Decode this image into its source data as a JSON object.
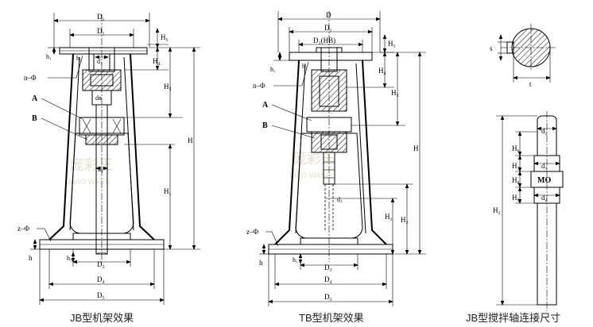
{
  "captions": {
    "jb_frame": "JB型机架效果",
    "tb_frame": "TB型机架效果",
    "shaft": "JB型搅拌轴连接尺寸"
  },
  "watermark": {
    "logo": "庞彩王",
    "text": "BIAO WANG"
  },
  "jb": {
    "d1": "D₁",
    "d2": "D₂",
    "d3": "D₃",
    "d4": "D₄",
    "d5": "D₅",
    "h": "H",
    "h1": "H₁",
    "h3": "H₃",
    "h4": "H₄",
    "h5": "H₅",
    "h_small": "h",
    "h1_small": "h₁",
    "h2_small": "h₂",
    "h3_small": "h₃",
    "n_phi": "n–Φ",
    "z_phi": "z–Φ",
    "a": "A",
    "b": "B",
    "d3_small": "d₃",
    "d4_small": "d₄",
    "db": "dʙ"
  },
  "tb": {
    "d": "D",
    "d1": "D₁",
    "d2hb": "D₂(HB)",
    "d3": "D₃",
    "d4": "D₄",
    "d5": "D₅",
    "h": "H",
    "h1": "H₁",
    "h2": "H₂",
    "h3": "H₃",
    "h4": "H₄",
    "h5": "H₅",
    "h_small": "h",
    "h1_small": "h₁",
    "h2_small": "h₂",
    "h3_small": "h₃",
    "n_phi": "n–Φ",
    "z_phi": "z–Φ",
    "a": "A",
    "b": "B",
    "d3_small": "d₃"
  },
  "shaft": {
    "s": "s",
    "t": "t",
    "d2": "d₂",
    "d3": "d₃",
    "d4": "d₄",
    "mo": "MO",
    "h2": "H₂",
    "h6": "H₆",
    "h7": "H₇",
    "h8": "H₈",
    "h9": "H₉"
  }
}
